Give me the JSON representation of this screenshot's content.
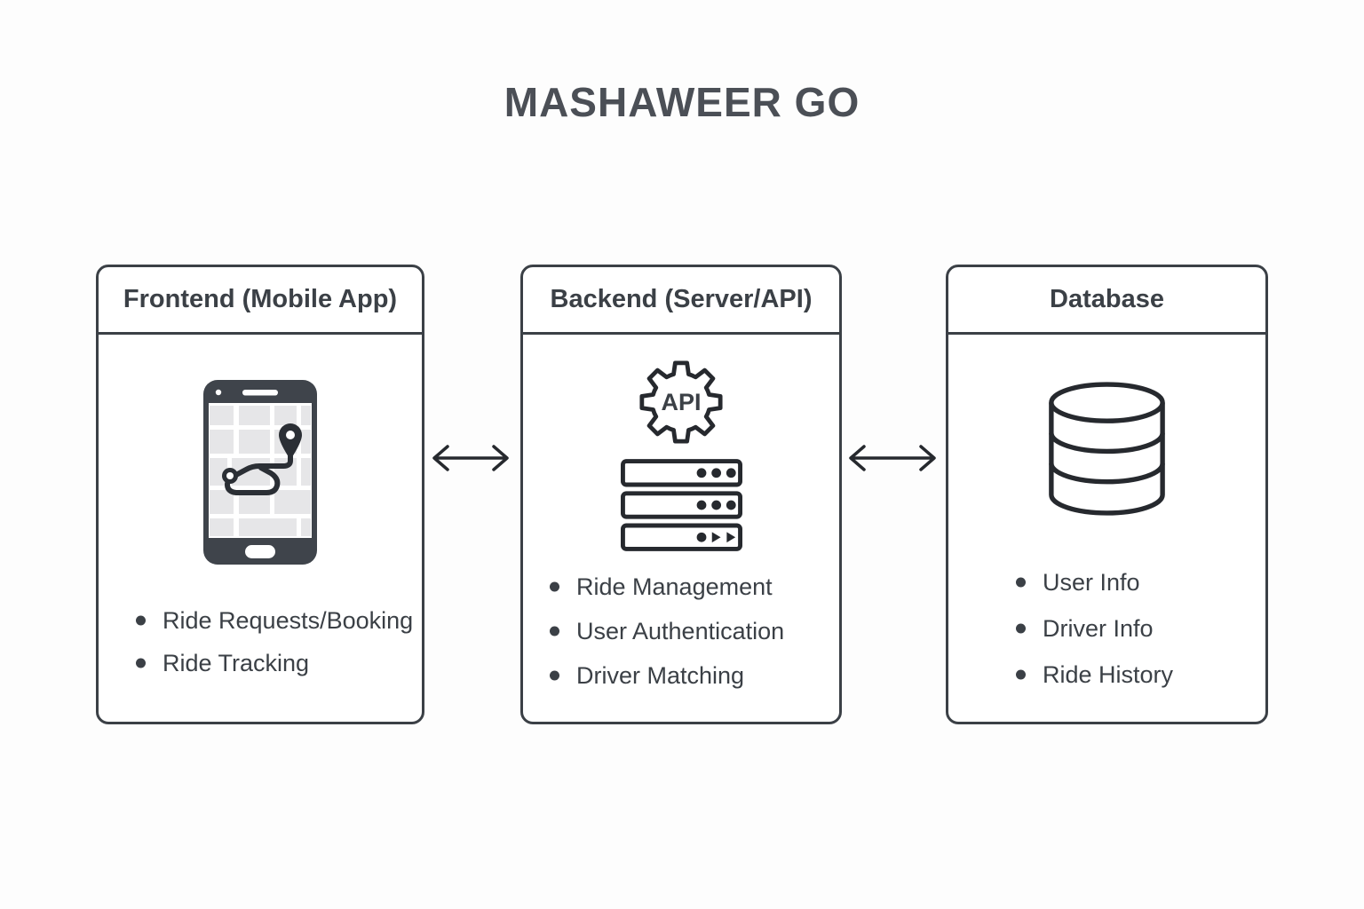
{
  "title": "MASHAWEER GO",
  "boxes": {
    "frontend": {
      "header": "Frontend (Mobile App)",
      "icon": "mobile-app-map-icon",
      "items": [
        "Ride Requests/Booking",
        "Ride Tracking"
      ]
    },
    "backend": {
      "header": "Backend (Server/API)",
      "gear_label": "API",
      "icons": [
        "api-gear-icon",
        "server-stack-icon"
      ],
      "items": [
        "Ride Management",
        "User Authentication",
        "Driver Matching"
      ]
    },
    "database": {
      "header": "Database",
      "icon": "database-cylinder-icon",
      "items": [
        "User Info",
        "Driver Info",
        "Ride History"
      ]
    }
  },
  "connections": [
    {
      "from": "frontend",
      "to": "backend",
      "style": "double-arrow"
    },
    {
      "from": "backend",
      "to": "database",
      "style": "double-arrow"
    }
  ],
  "colors": {
    "ink": "#3b4046",
    "icon_stroke": "#26292e",
    "map_tile": "#e6e6e8",
    "phone_body": "#3f444b",
    "background": "#fdfdfd"
  }
}
